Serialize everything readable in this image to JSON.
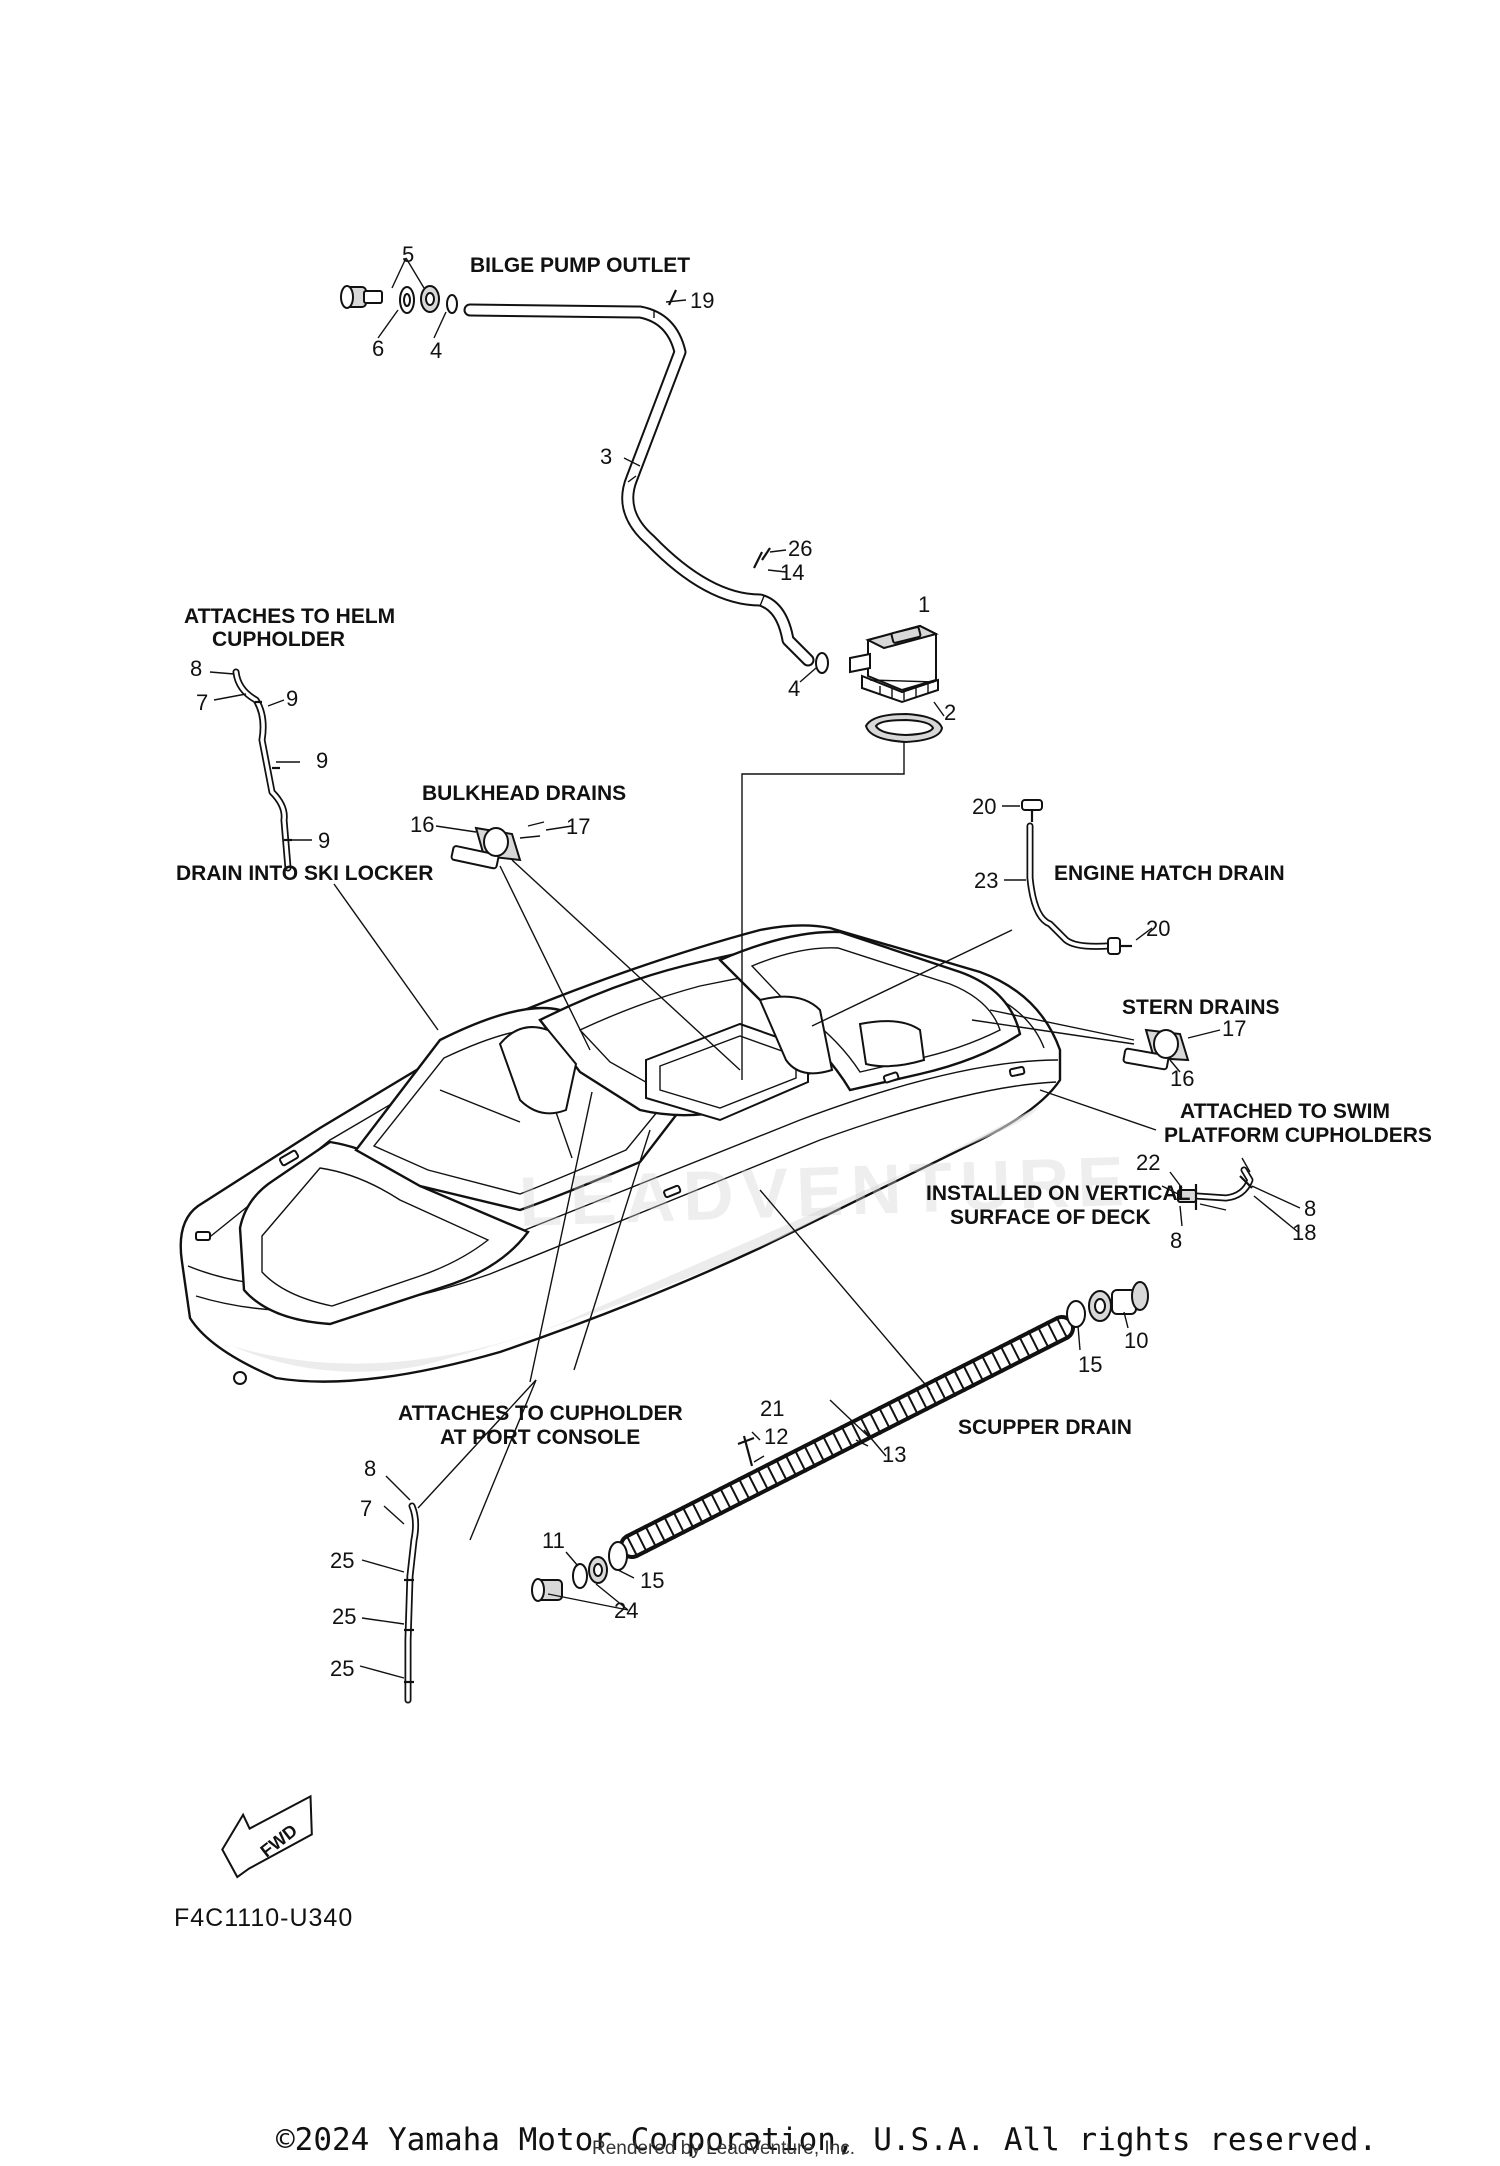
{
  "labels": {
    "bilge_pump_outlet": "BILGE PUMP OUTLET",
    "attaches_helm_1": "ATTACHES TO HELM",
    "attaches_helm_2": "CUPHOLDER",
    "bulkhead_drains": "BULKHEAD DRAINS",
    "drain_ski_locker": "DRAIN INTO SKI LOCKER",
    "engine_hatch_drain": "ENGINE HATCH DRAIN",
    "stern_drains": "STERN DRAINS",
    "swim_cup_1": "ATTACHED TO SWIM",
    "swim_cup_2": "PLATFORM CUPHOLDERS",
    "vertical_1": "INSTALLED ON VERTICAL",
    "vertical_2": "SURFACE OF DECK",
    "port_console_1": "ATTACHES TO CUPHOLDER",
    "port_console_2": "AT PORT CONSOLE",
    "scupper_drain": "SCUPPER DRAIN",
    "fwd": "FWD"
  },
  "callouts": {
    "c5": "5",
    "c6": "6",
    "c4a": "4",
    "c19": "19",
    "c3": "3",
    "c26": "26",
    "c14": "14",
    "c1": "1",
    "c4b": "4",
    "c2": "2",
    "c8a": "8",
    "c7a": "7",
    "c9a": "9",
    "c9b": "9",
    "c9c": "9",
    "c16a": "16",
    "c17a": "17",
    "c20a": "20",
    "c23": "23",
    "c20b": "20",
    "c17b": "17",
    "c16b": "16",
    "c22": "22",
    "c8b": "8",
    "c8c": "8",
    "c18": "18",
    "c10": "10",
    "c15a": "15",
    "c21": "21",
    "c12": "12",
    "c13": "13",
    "c11": "11",
    "c15b": "15",
    "c24": "24",
    "c8d": "8",
    "c7b": "7",
    "c25a": "25",
    "c25b": "25",
    "c25c": "25"
  },
  "figure_code": "F4C1110-U340",
  "copyright": "©2024 Yamaha Motor Corporation, U.S.A. All rights reserved.",
  "rendered_by": "Rendered by LeadVenture, Inc."
}
